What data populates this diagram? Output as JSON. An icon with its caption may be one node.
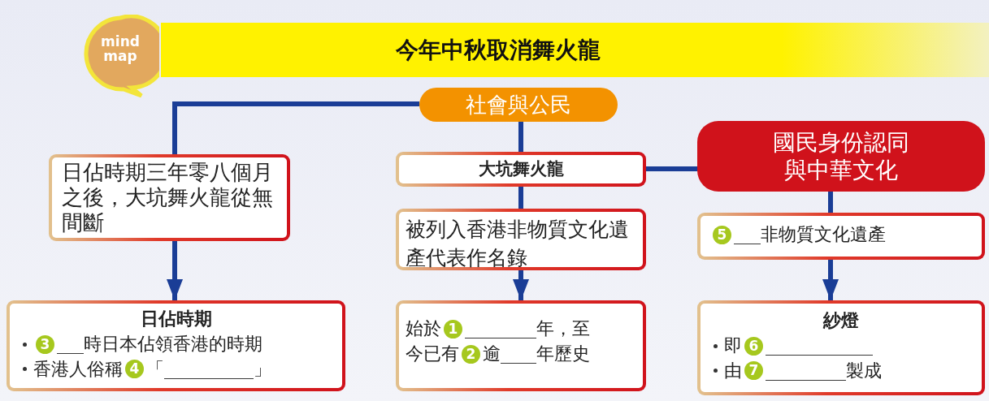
{
  "diagram": {
    "nodes": [
      {
        "text": [
          "mind map"
        ]
      },
      {
        "text": [
          "今年中秋取消舞火龍"
        ]
      },
      {
        "text": [
          "社會與公民"
        ]
      },
      {
        "text": [
          "日佔時期三年零八個月之後，大坑舞火龍從無間斷"
        ]
      },
      {
        "text": [
          "大坑舞火龍"
        ]
      },
      {
        "text": [
          "國民身份認同與中華文化"
        ]
      },
      {
        "text": [
          "被列入香港非物質文化遺產代表作名錄"
        ]
      },
      {
        "text": [
          "日佔時期",
          "3",
          "___時日本佔領香港的時期",
          "香港人俗稱",
          "4",
          "「__________」"
        ]
      },
      {
        "text": [
          "始於",
          "1",
          "________年，至",
          "今已有",
          "2",
          "逾____年歷史"
        ]
      },
      {
        "text": [
          "5",
          "___非物質文化遺產"
        ]
      },
      {
        "text": [
          "紗燈",
          "即",
          "6",
          "____________",
          "由",
          "7",
          "_________製成"
        ]
      }
    ],
    "edges": [
      {
        "from": 2,
        "to": 3,
        "arrow": "none"
      },
      {
        "from": 3,
        "to": 7,
        "arrow": "to"
      },
      {
        "from": 2,
        "to": 4,
        "arrow": "none"
      },
      {
        "from": 4,
        "to": 5,
        "arrow": "none"
      },
      {
        "from": 4,
        "to": 6,
        "arrow": "none"
      },
      {
        "from": 6,
        "to": 8,
        "arrow": "to"
      },
      {
        "from": 5,
        "to": 9,
        "arrow": "none"
      },
      {
        "from": 9,
        "to": 10,
        "arrow": "to"
      }
    ]
  }
}
